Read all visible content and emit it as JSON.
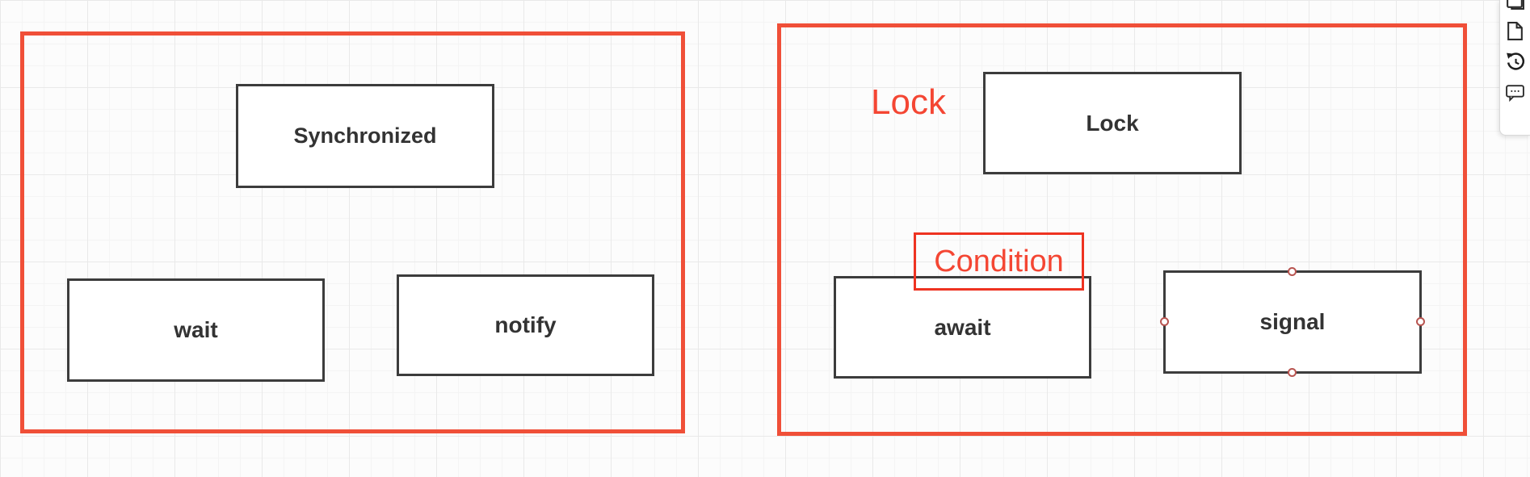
{
  "colors": {
    "group_border": "#f04f38",
    "annotation_red": "#f4463(3)",
    "condition_border": "#ee3321",
    "node_border": "#3c3c3c",
    "node_text": "#333333",
    "selection_handle": "#b85450"
  },
  "left_group": {
    "nodes": {
      "synchronized": {
        "label": "Synchronized"
      },
      "wait": {
        "label": "wait"
      },
      "notify": {
        "label": "notify"
      }
    }
  },
  "right_group": {
    "lock_annotation": "Lock",
    "condition_annotation": "Condition",
    "nodes": {
      "lock": {
        "label": "Lock"
      },
      "await": {
        "label": "await"
      },
      "signal": {
        "label": "signal"
      }
    }
  },
  "toolbar": {
    "icons": [
      {
        "name": "copy-icon"
      },
      {
        "name": "page-icon"
      },
      {
        "name": "history-icon"
      },
      {
        "name": "comment-icon"
      }
    ]
  }
}
